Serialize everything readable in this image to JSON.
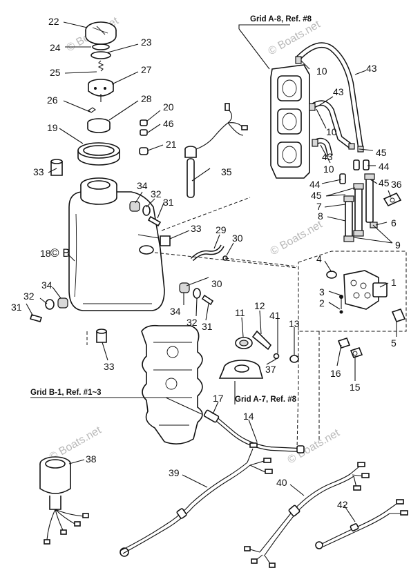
{
  "diagram": {
    "grid_labels": {
      "top": "Grid A-8, Ref. #8",
      "left": "Grid B-1, Ref. #1~3",
      "middle": "Grid A-7, Ref. #8"
    },
    "watermark": "© Boats.net",
    "callouts": {
      "c22": "22",
      "c24": "24",
      "c23": "23",
      "c25": "25",
      "c27": "27",
      "c26": "26",
      "c28": "28",
      "c20": "20",
      "c46": "46",
      "c21": "21",
      "c19": "19",
      "c33a": "33",
      "c34a": "34",
      "c32a": "32",
      "c31a": "31",
      "c35": "35",
      "c33b": "33",
      "c29": "29",
      "c30a": "30",
      "c18": "18",
      "c30b": "30",
      "c34b": "34",
      "c32b": "32",
      "c31b": "31",
      "c31c": "31",
      "c32c": "32",
      "c34c": "34",
      "c33c": "33",
      "c10a": "10",
      "c43a": "43",
      "c43b": "43",
      "c10b": "10",
      "c45a": "45",
      "c43c": "43",
      "c10c": "10",
      "c44a": "44",
      "c44b": "44",
      "c45b": "45",
      "c45c": "45",
      "c36": "36",
      "c7": "7",
      "c8": "8",
      "c6": "6",
      "c9": "9",
      "c4": "4",
      "c1": "1",
      "c3": "3",
      "c2": "2",
      "c5": "5",
      "c11": "11",
      "c12": "12",
      "c41": "41",
      "c13": "13",
      "c37": "37",
      "c16": "16",
      "c15": "15",
      "c17": "17",
      "c14": "14",
      "c38": "38",
      "c39": "39",
      "c40": "40",
      "c42": "42"
    }
  }
}
